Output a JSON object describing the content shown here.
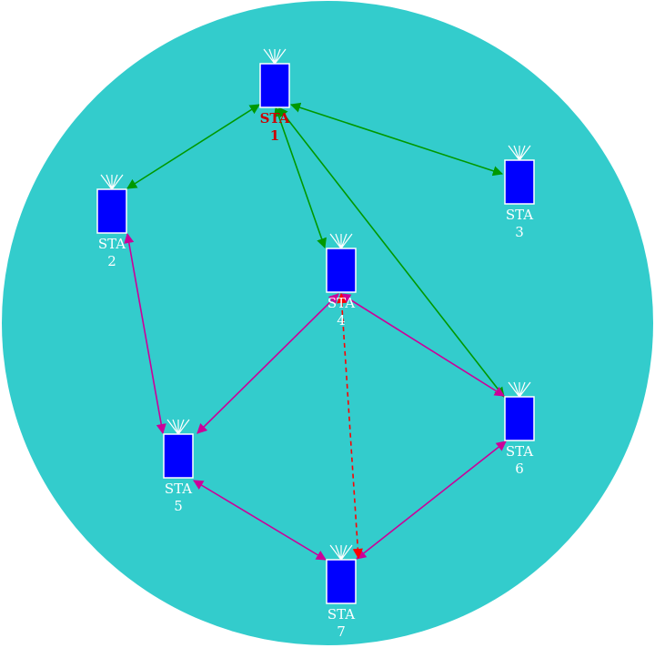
{
  "network": {
    "background_color": "#33cccc",
    "station_color": "#0000ff",
    "stations": [
      {
        "id": "sta-1",
        "label_line1": "STA",
        "label_line2": "1",
        "highlight": true
      },
      {
        "id": "sta-2",
        "label_line1": "STA",
        "label_line2": "2",
        "highlight": false
      },
      {
        "id": "sta-3",
        "label_line1": "STA",
        "label_line2": "3",
        "highlight": false
      },
      {
        "id": "sta-4",
        "label_line1": "STA",
        "label_line2": "4",
        "highlight": false
      },
      {
        "id": "sta-5",
        "label_line1": "STA",
        "label_line2": "5",
        "highlight": false
      },
      {
        "id": "sta-6",
        "label_line1": "STA",
        "label_line2": "6",
        "highlight": false
      },
      {
        "id": "sta-7",
        "label_line1": "STA",
        "label_line2": "7",
        "highlight": false
      }
    ],
    "links": [
      {
        "from": "sta-1",
        "to": "sta-2",
        "color": "#009900",
        "style": "solid"
      },
      {
        "from": "sta-1",
        "to": "sta-3",
        "color": "#009900",
        "style": "solid"
      },
      {
        "from": "sta-1",
        "to": "sta-4",
        "color": "#009900",
        "style": "solid"
      },
      {
        "from": "sta-1",
        "to": "sta-6",
        "color": "#009900",
        "style": "solid"
      },
      {
        "from": "sta-2",
        "to": "sta-5",
        "color": "#cc0099",
        "style": "solid"
      },
      {
        "from": "sta-4",
        "to": "sta-5",
        "color": "#cc0099",
        "style": "solid"
      },
      {
        "from": "sta-4",
        "to": "sta-6",
        "color": "#cc0099",
        "style": "solid"
      },
      {
        "from": "sta-5",
        "to": "sta-7",
        "color": "#cc0099",
        "style": "solid"
      },
      {
        "from": "sta-6",
        "to": "sta-7",
        "color": "#cc0099",
        "style": "solid"
      },
      {
        "from": "sta-4",
        "to": "sta-7",
        "color": "#ff0000",
        "style": "dashed"
      }
    ]
  }
}
